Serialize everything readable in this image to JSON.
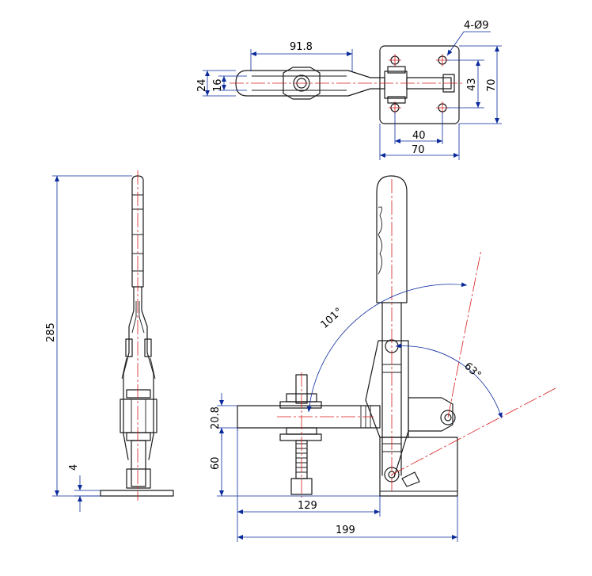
{
  "colors": {
    "outline": "#1a1a1a",
    "dimension": "#0a2a9c",
    "centerline": "#d81c1c",
    "text": "#000000",
    "background": "#ffffff"
  },
  "top_view": {
    "hole_callout": "4-Ø9",
    "length_91_8": "91.8",
    "height_24": "24",
    "height_16": "16",
    "hole_pitch_vertical": "43",
    "base_height": "70",
    "hole_pitch_horizontal": "40",
    "base_width": "70"
  },
  "side_view": {
    "overall_height": "285",
    "base_thickness": "4"
  },
  "front_view": {
    "angle_open": "101°",
    "angle_release": "63°",
    "arm_thickness": "20.8",
    "arm_height": "60",
    "spindle_reach": "129",
    "overall_length": "199"
  }
}
